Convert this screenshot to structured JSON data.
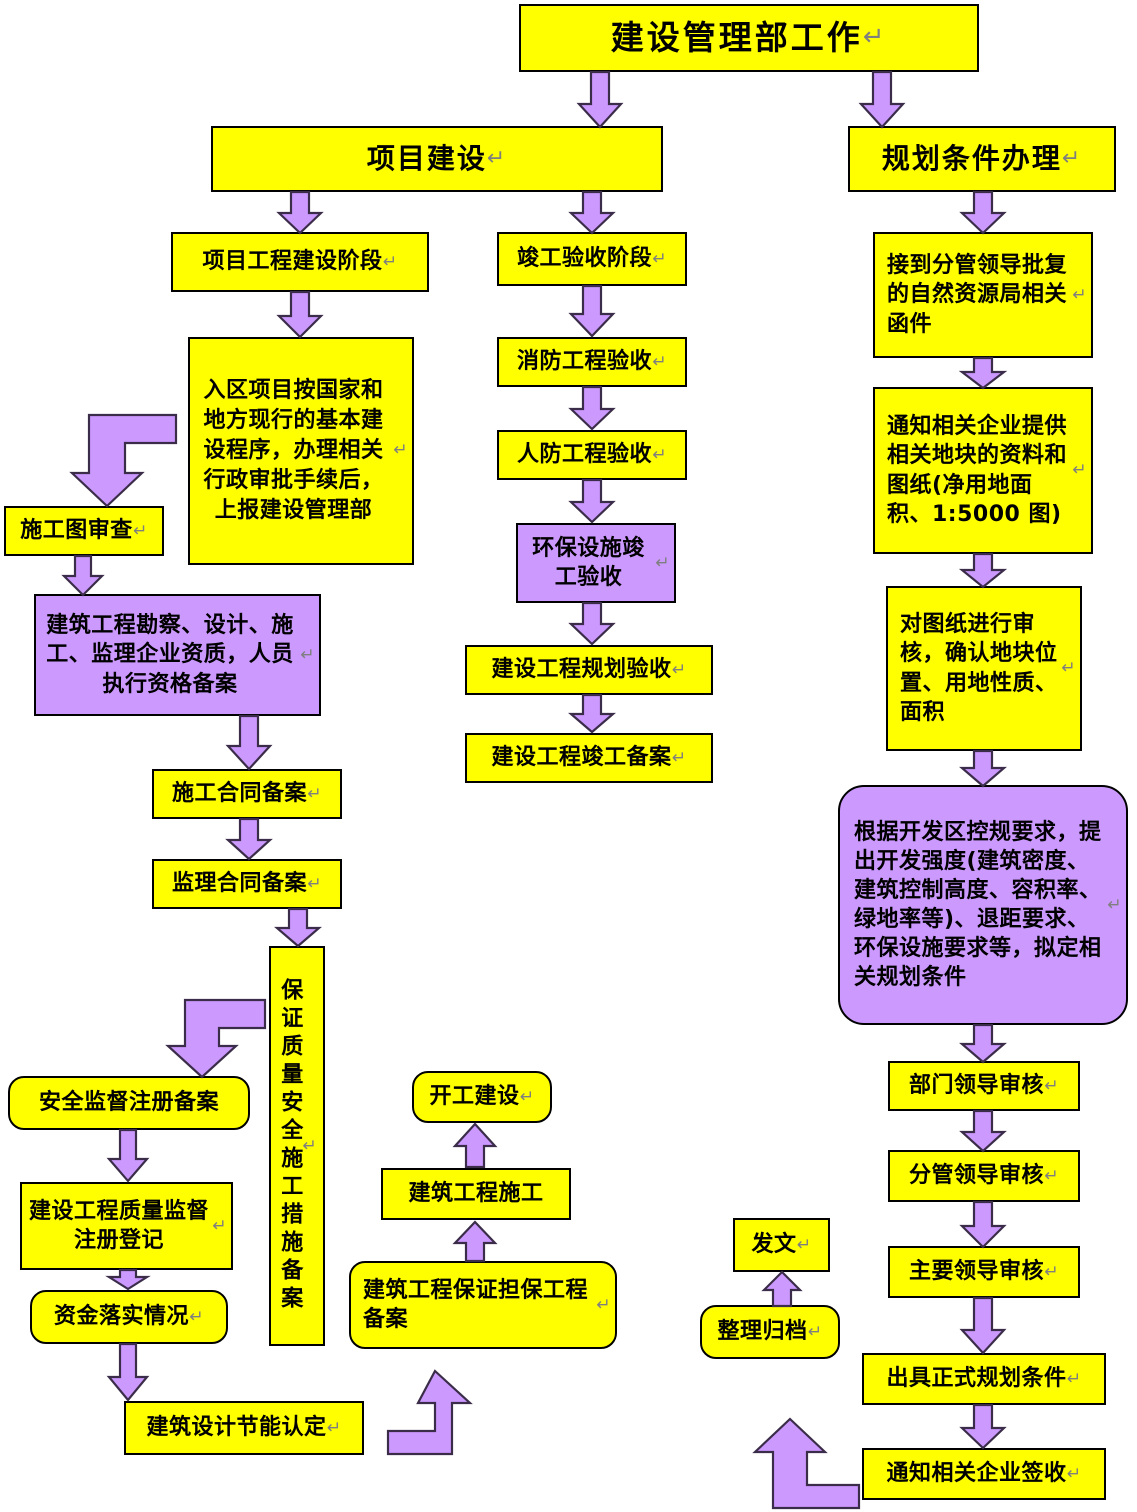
{
  "title": "建设管理部工作",
  "colors": {
    "node_yellow": "#ffff00",
    "node_purple": "#cc99ff",
    "arrow_fill": "#cc99ff",
    "arrow_stroke": "#3b2d4a",
    "border": "#000000",
    "text": "#000000",
    "background": "#ffffff"
  },
  "nodes": {
    "root": "建设管理部工作",
    "branch_project": "项目建设",
    "branch_planning": "规划条件办理",
    "proj_stage": "项目工程建设阶段",
    "proj_procedure": "入区项目按国家和地方现行的基本建设程序，办理相关行政审批手续后，上报建设管理部",
    "drawing_review": "施工图审查",
    "qualification_filing": "建筑工程勘察、设计、施工、监理企业资质，人员执行资格备案",
    "construction_contract": "施工合同备案",
    "supervision_contract": "监理合同备案",
    "quality_safety_measures": "保证质量安全施工措施备案",
    "safety_supervision": "安全监督注册备案",
    "quality_registration": "建设工程质量监督注册登记",
    "funding_status": "资金落实情况",
    "energy_saving": "建筑设计节能认定",
    "guarantee_filing": "建筑工程保证担保工程备案",
    "construction_work": "建筑工程施工",
    "start_construction": "开工建设",
    "completion_stage": "竣工验收阶段",
    "fire_acceptance": "消防工程验收",
    "civil_defense_acceptance": "人防工程验收",
    "env_facility_acceptance": "环保设施竣工验收",
    "planning_acceptance": "建设工程规划验收",
    "completion_filing": "建设工程竣工备案",
    "receive_letter": "接到分管领导批复的自然资源局相关函件",
    "notify_materials": "通知相关企业提供相关地块的资料和图纸(净用地面积、1:5000 图)",
    "review_drawings": "对图纸进行审核，确认地块位置、用地性质、面积",
    "draft_conditions": "根据开发区控规要求，提出开发强度(建筑密度、建筑控制高度、容积率、绿地率等)、退距要求、环保设施要求等，拟定相关规划条件",
    "dept_leader_review": "部门领导审核",
    "deputy_leader_review": "分管领导审核",
    "chief_leader_review": "主要领导审核",
    "issue_conditions": "出具正式规划条件",
    "notify_signature": "通知相关企业签收",
    "archive": "整理归档",
    "dispatch": "发文"
  },
  "marks": {
    "pilcrow": "↵"
  }
}
